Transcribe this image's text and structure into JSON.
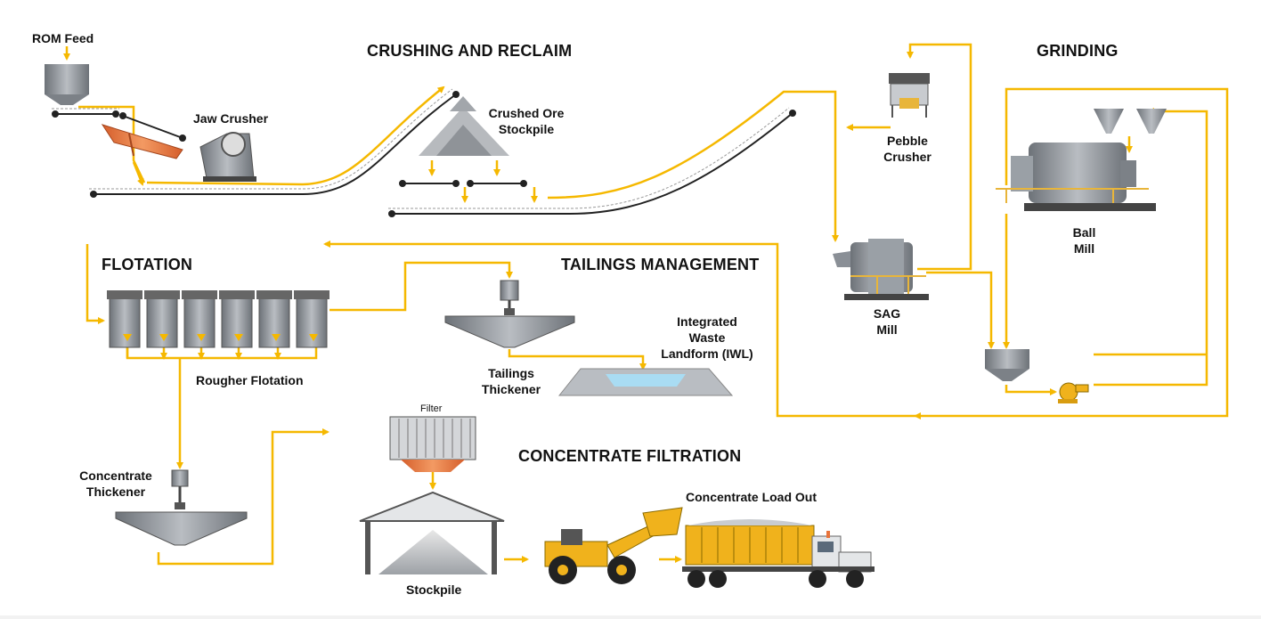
{
  "section_titles": {
    "crushing": "CRUSHING AND RECLAIM",
    "grinding": "GRINDING",
    "flotation": "FLOTATION",
    "tailings": "TAILINGS MANAGEMENT",
    "filtration": "CONCENTRATE FILTRATION"
  },
  "labels": {
    "rom_feed": "ROM Feed",
    "jaw_crusher": "Jaw Crusher",
    "crushed_ore_1": "Crushed Ore",
    "crushed_ore_2": "Stockpile",
    "pebble_1": "Pebble",
    "pebble_2": "Crusher",
    "ball_1": "Ball",
    "ball_2": "Mill",
    "sag_1": "SAG",
    "sag_2": "Mill",
    "rougher": "Rougher Flotation",
    "iwl_1": "Integrated",
    "iwl_2": "Waste",
    "iwl_3": "Landform (IWL)",
    "tail_1": "Tailings",
    "tail_2": "Thickener",
    "conc_thick_1": "Concentrate",
    "conc_thick_2": "Thickener",
    "filter": "Filter",
    "stockpile": "Stockpile",
    "load_out": "Concentrate Load Out"
  },
  "colors": {
    "flow_line": "#f5b800",
    "equipment_grey": "#8a8f96",
    "equipment_dark": "#4a4f55",
    "filter_orange": "#e8743b",
    "water": "#a9dcf3",
    "truck_yellow": "#f0b21c"
  }
}
